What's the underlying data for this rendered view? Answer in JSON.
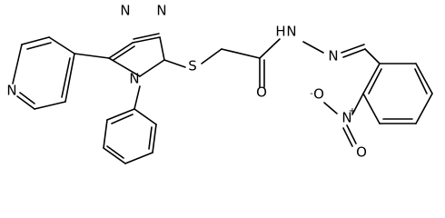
{
  "molecule": {
    "atoms": {
      "n_tri1": "N",
      "n_tri2": "N",
      "n_tri4": "N",
      "s": "S",
      "o": "O",
      "n_hn": "N",
      "h_hn": "H",
      "n_imine": "N",
      "n_pyr": "N",
      "n_nitro": "N",
      "o_nitro_top": "O",
      "o_nitro_bot": "O",
      "charge_plus": "+",
      "charge_minus": "-"
    }
  }
}
